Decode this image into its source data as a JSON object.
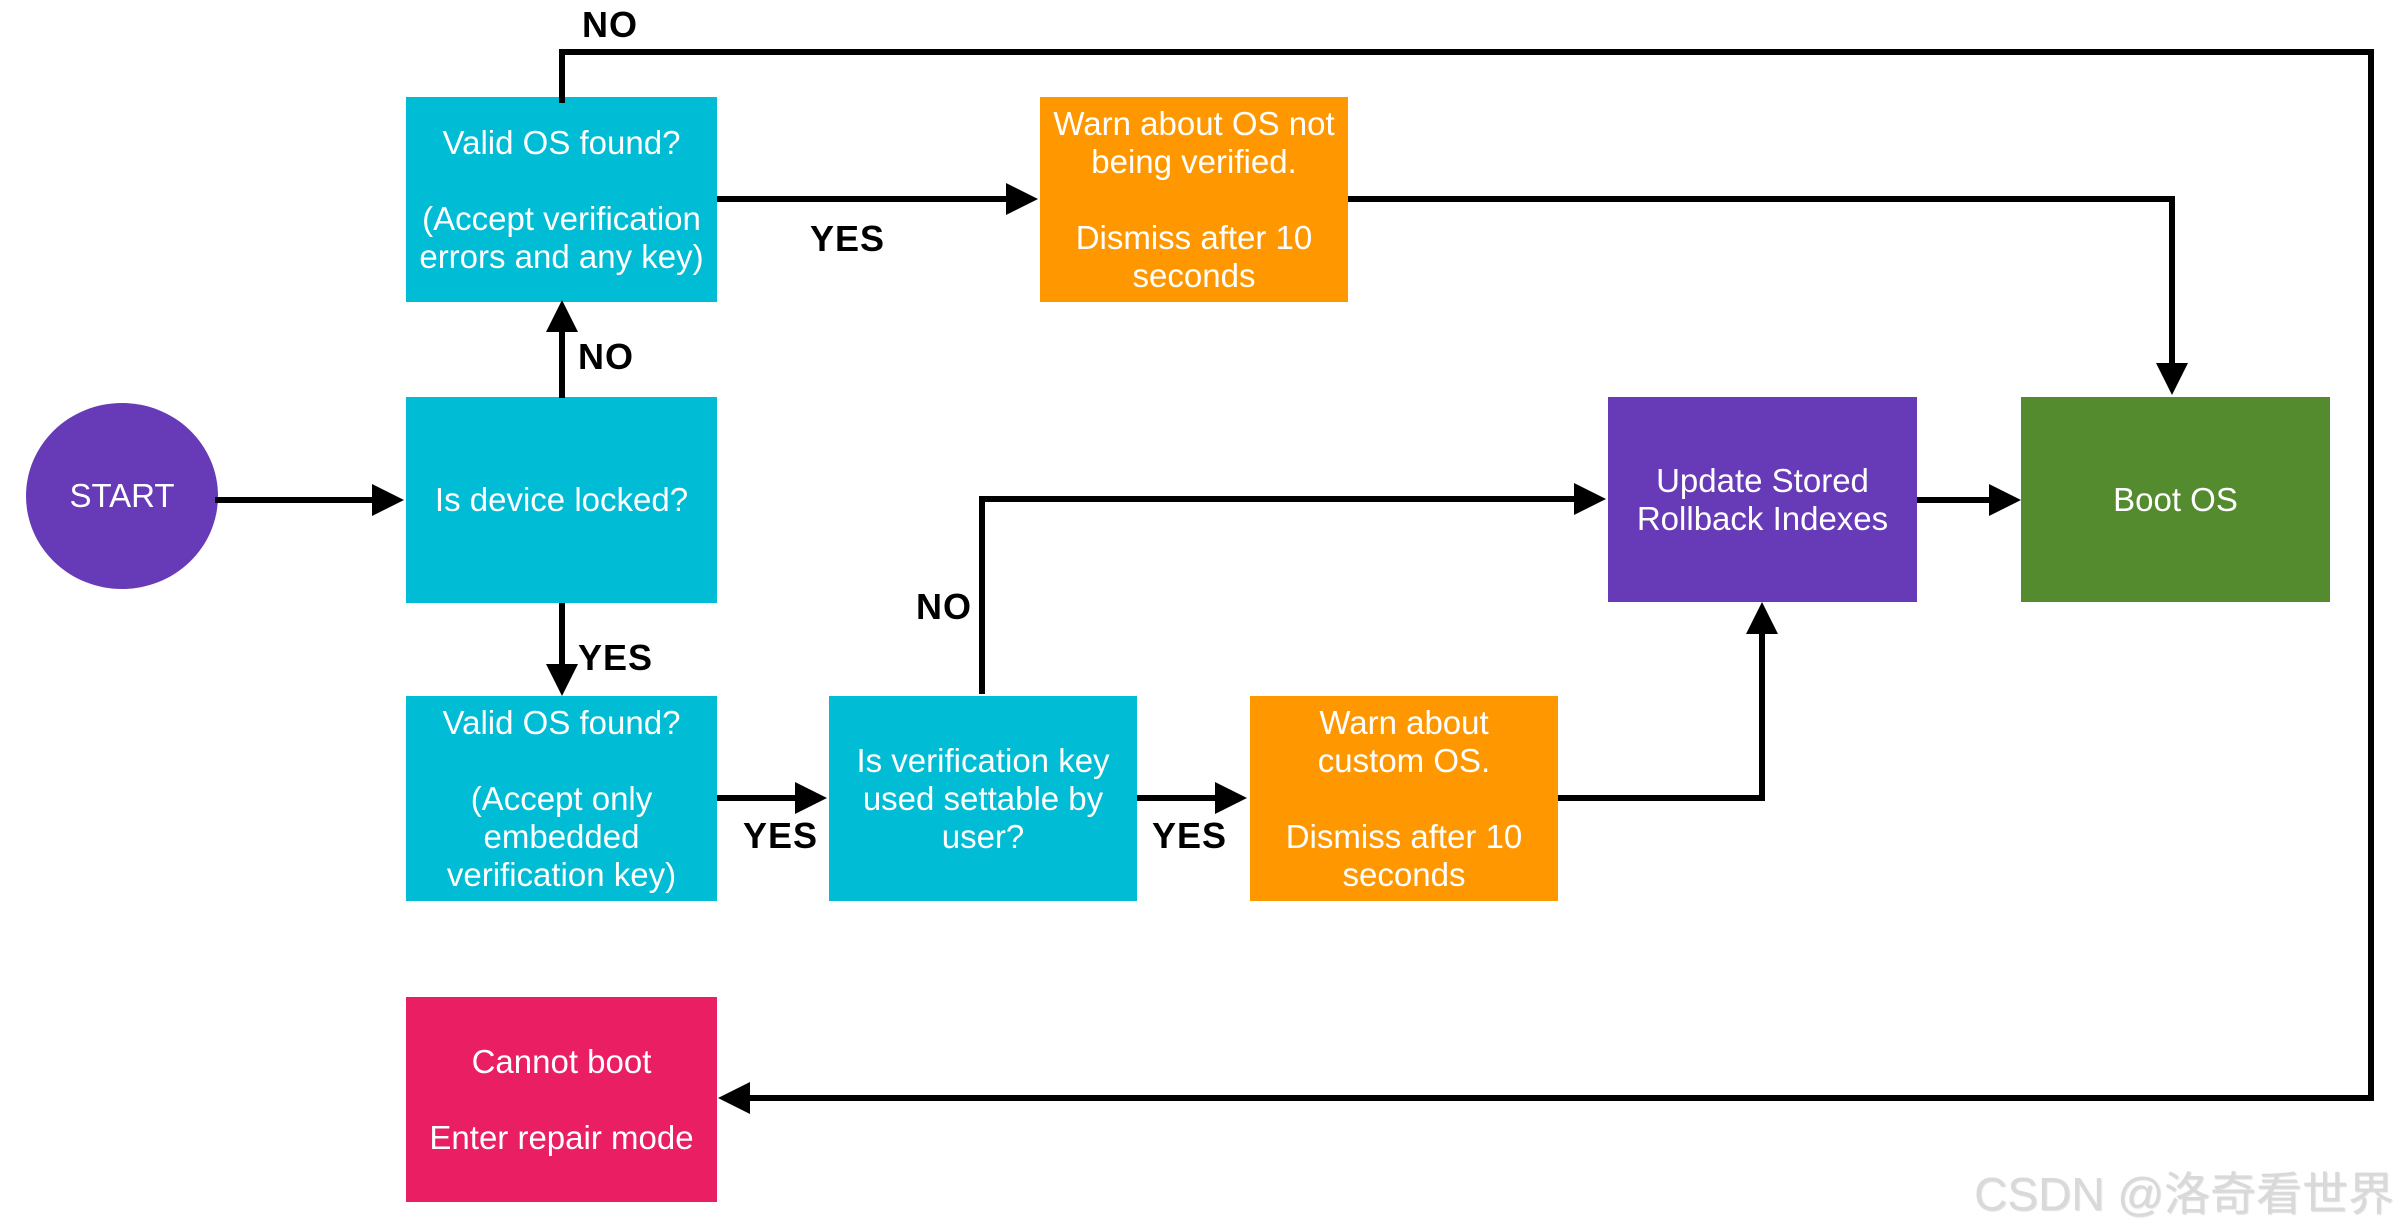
{
  "diagram": {
    "description": "Boot verification flowchart"
  },
  "nodes": {
    "start": "START",
    "valid_os_unlocked": "Valid OS found?\n\n(Accept verification\nerrors and any key)",
    "warn_unverified": "Warn about OS not\nbeing verified.\n\nDismiss after 10\nseconds",
    "device_locked": "Is device locked?",
    "update_rollback": "Update Stored\nRollback Indexes",
    "boot_os": "Boot OS",
    "valid_os_locked": "Valid OS found?\n\n(Accept only\nembedded\nverification key)",
    "verification_key": "Is verification key\nused settable by\nuser?",
    "warn_custom": "Warn about\ncustom OS.\n\nDismiss after 10\nseconds",
    "cannot_boot": "Cannot boot\n\nEnter repair mode"
  },
  "edge_labels": {
    "valid_unlocked_no": "NO",
    "valid_unlocked_yes": "YES",
    "device_locked_no": "NO",
    "device_locked_yes": "YES",
    "valid_locked_yes": "YES",
    "valid_locked_no": "NO",
    "verification_key_yes": "YES",
    "verification_key_no": "NO"
  },
  "colors": {
    "background": "#FFFFFF",
    "connector": "#000000",
    "label_text": "#000000",
    "node_text": "#FFFFFF",
    "purple": "#673AB7",
    "cyan": "#00BCD4",
    "orange": "#FF9800",
    "green": "#558B2F",
    "pink": "#E91E63",
    "watermark": "#D9D9D9"
  },
  "watermark": {
    "text": "CSDN @洛奇看世界"
  }
}
